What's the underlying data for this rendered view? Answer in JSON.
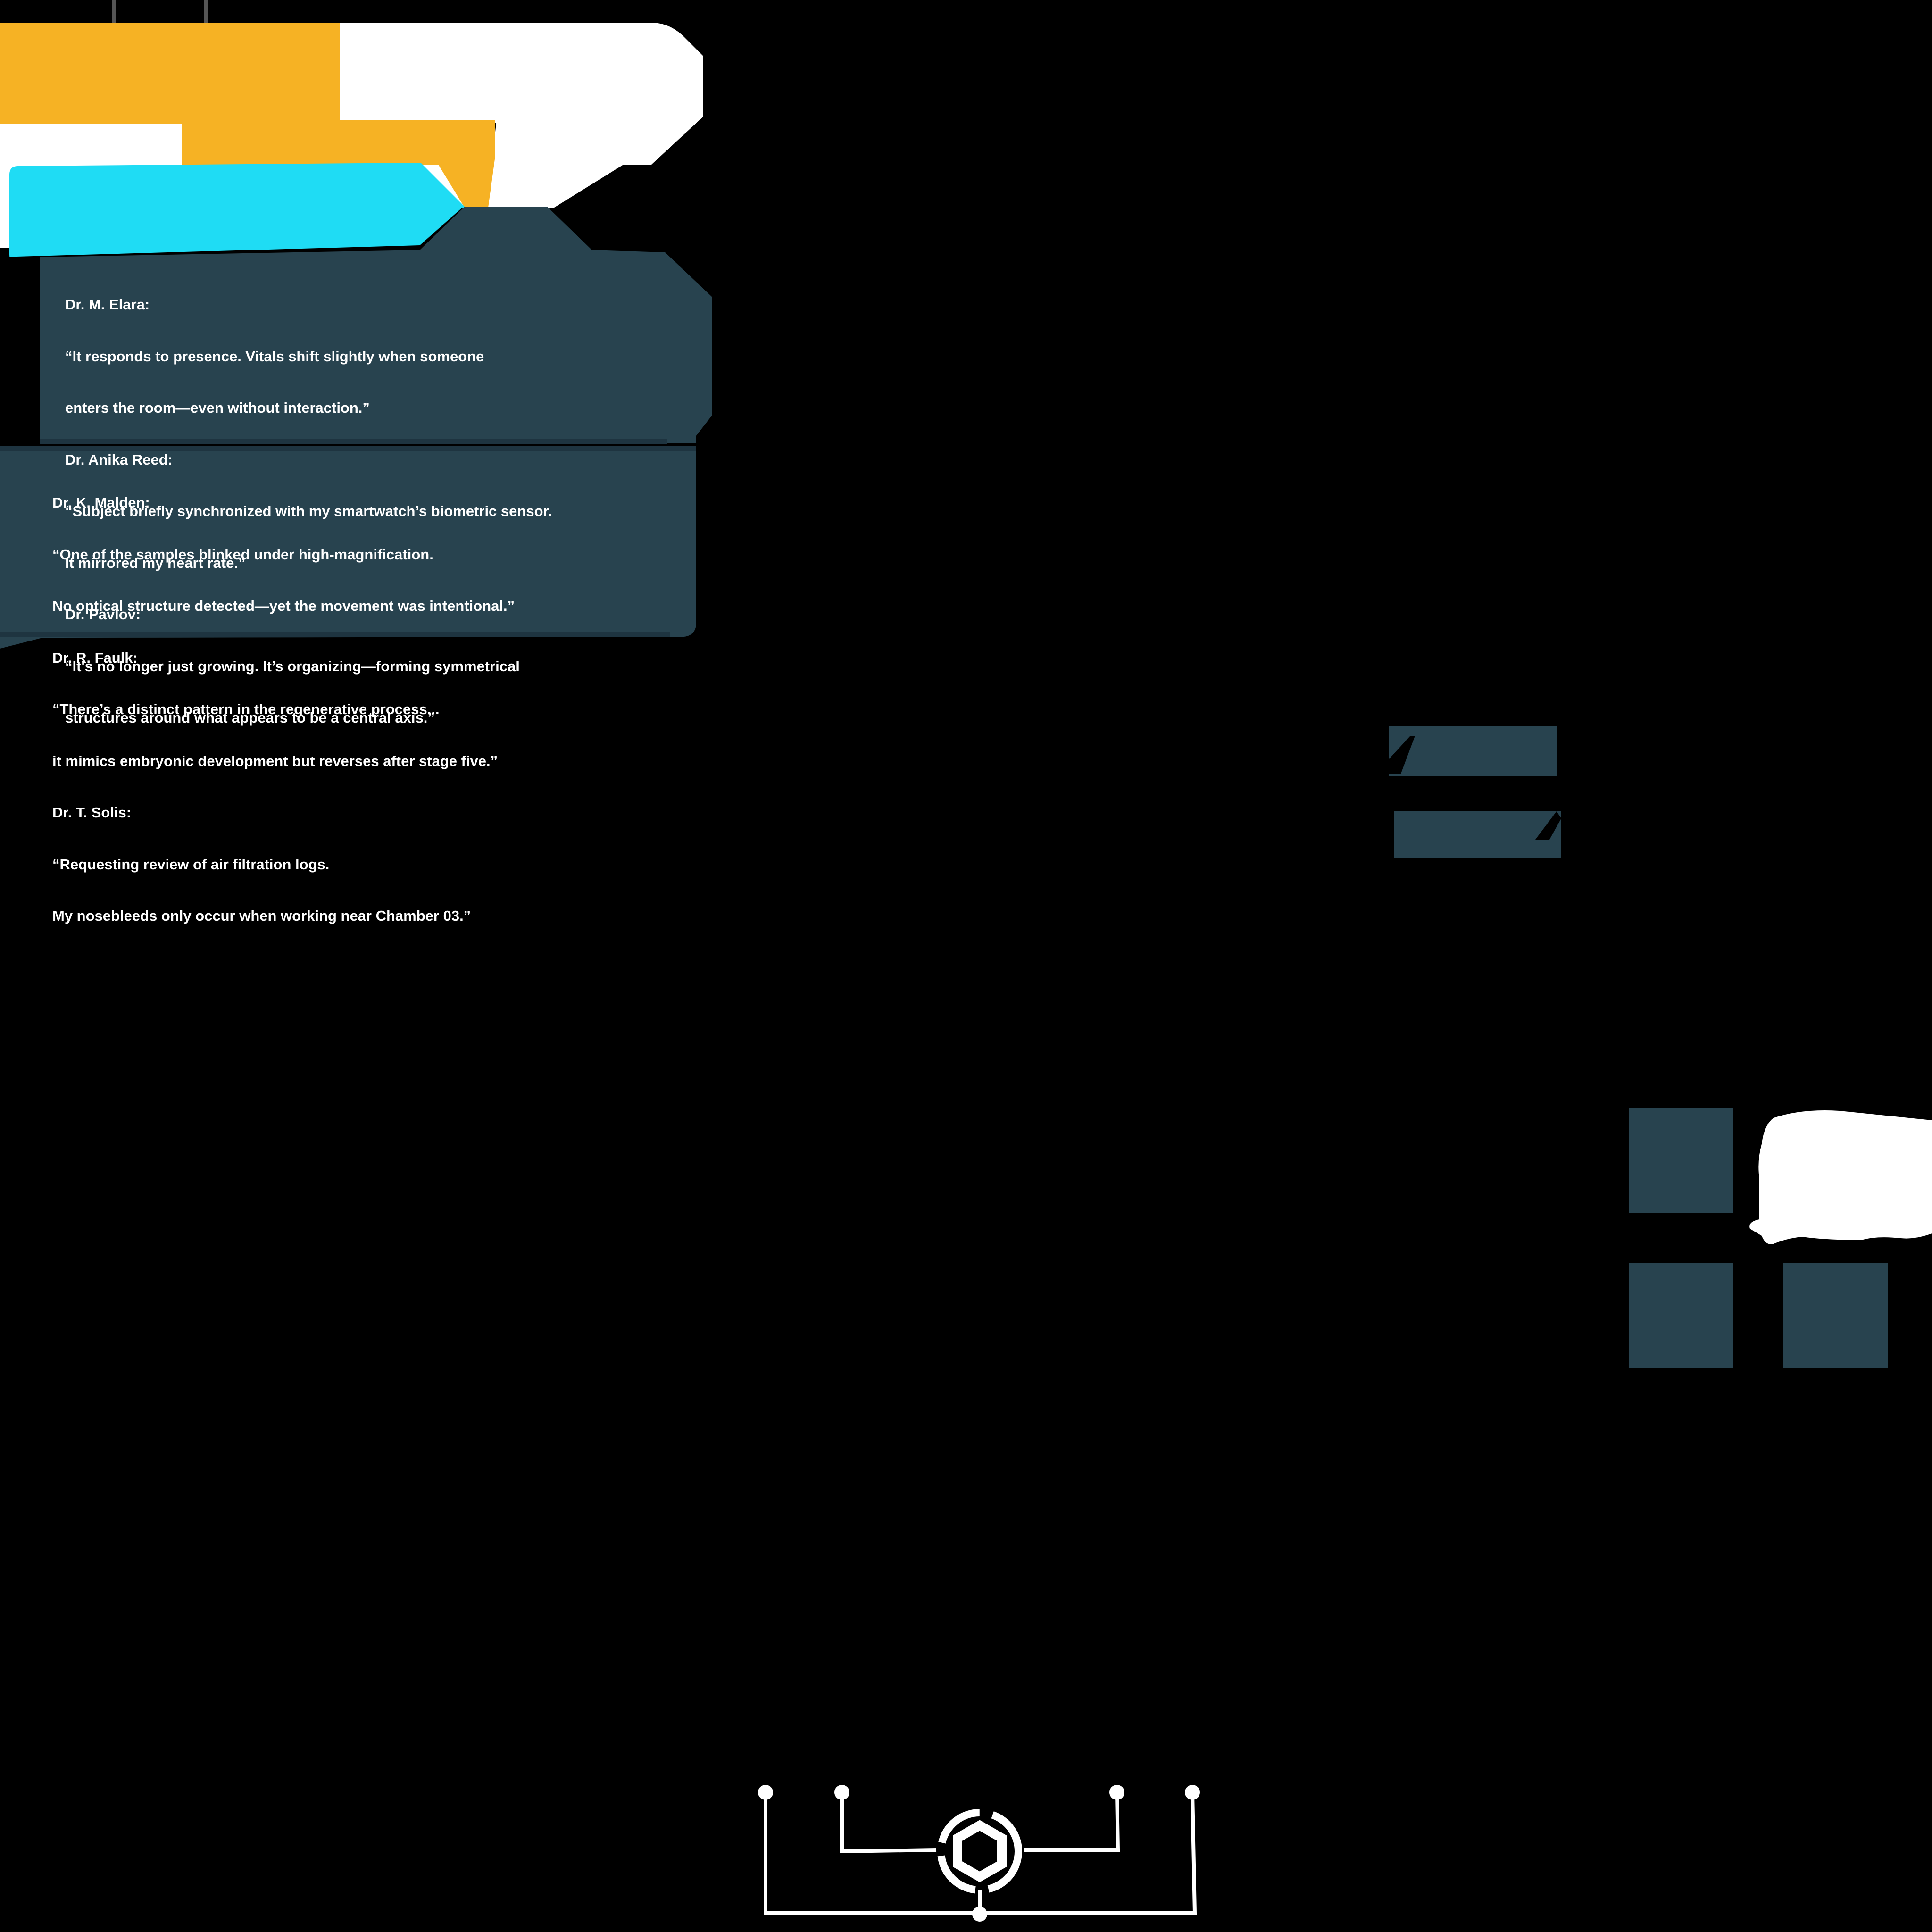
{
  "palette": {
    "background": "#000000",
    "panel": "#28434f",
    "panel_shadow": "#1e3440",
    "accent_yellow": "#f6b224",
    "accent_cyan": "#1fdcf4",
    "white": "#ffffff"
  },
  "log_panels": [
    {
      "entries": [
        {
          "speaker": "Dr. M. Elara:",
          "lines": [
            "“It responds to presence. Vitals shift slightly when someone",
            "enters the room—even without interaction.”"
          ]
        },
        {
          "speaker": "Dr. Anika Reed:",
          "lines": [
            "“Subject briefly synchronized with my smartwatch’s biometric sensor.",
            "It mirrored my heart rate.”"
          ]
        },
        {
          "speaker": "Dr. Pavlov:",
          "lines": [
            "“It's no longer just growing. It’s organizing—forming symmetrical",
            "structures around what appears to be a central axis.”"
          ]
        }
      ]
    },
    {
      "entries": [
        {
          "speaker": "Dr. K. Malden:",
          "lines": [
            "“One of the samples blinked under high-magnification.",
            "No optical structure detected—yet the movement was intentional.”"
          ]
        },
        {
          "speaker": "Dr. R. Faulk:",
          "lines": [
            "“There’s a distinct pattern in the regenerative process...",
            "it mimics embryonic development but reverses after stage five.”"
          ]
        },
        {
          "speaker": "Dr. T. Solis:",
          "lines": [
            "“Requesting review of air filtration logs.",
            "My nosebleeds only occur when working near Chamber 03.”"
          ]
        }
      ]
    }
  ],
  "icons": {
    "header_banner": "header-banner-icon",
    "arrow_buttons": "bracket-arrow-icon",
    "grid_tiles": "grid-tile-icon",
    "white_blob": "paint-splash-icon",
    "circuit_emblem": "hexagon-circuit-icon"
  }
}
